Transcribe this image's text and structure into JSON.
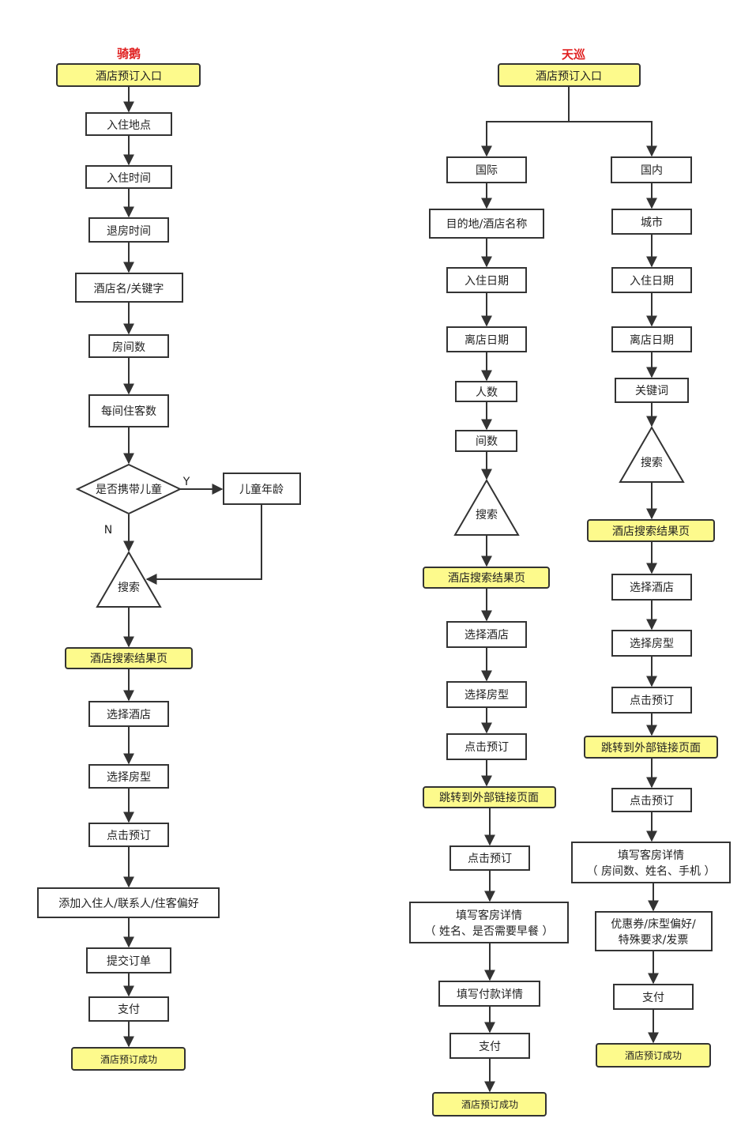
{
  "left": {
    "title": "骑鹅",
    "entry": "酒店预订入口",
    "location": "入住地点",
    "checkin_time": "入住时间",
    "checkout_time": "退房时间",
    "hotel_keyword": "酒店名/关键字",
    "room_count": "房间数",
    "guests_per_room": "每间住客数",
    "with_children": "是否携带儿童",
    "yes": "Y",
    "no": "N",
    "child_age": "儿童年龄",
    "search": "搜索",
    "results": "酒店搜索结果页",
    "select_hotel": "选择酒店",
    "select_room": "选择房型",
    "click_book": "点击预订",
    "add_people": "添加入住人/联系人/住客偏好",
    "submit_order": "提交订单",
    "pay": "支付",
    "success": "酒店预订成功"
  },
  "right": {
    "title": "天巡",
    "entry": "酒店预订入口",
    "intl": {
      "label": "国际",
      "destination": "目的地/酒店名称",
      "checkin_date": "入住日期",
      "checkout_date": "离店日期",
      "people": "人数",
      "rooms": "间数",
      "search": "搜索",
      "results": "酒店搜索结果页",
      "select_hotel": "选择酒店",
      "select_room": "选择房型",
      "click_book": "点击预订",
      "jump_external": "跳转到外部链接页面",
      "click_book_2": "点击预订",
      "fill_room_1": "填写客房详情",
      "fill_room_2": "（ 姓名、是否需要早餐 ）",
      "fill_payment": "填写付款详情",
      "pay": "支付",
      "success": "酒店预订成功"
    },
    "domestic": {
      "label": "国内",
      "city": "城市",
      "checkin_date": "入住日期",
      "checkout_date": "离店日期",
      "keyword": "关键词",
      "search": "搜索",
      "results": "酒店搜索结果页",
      "select_hotel": "选择酒店",
      "select_room": "选择房型",
      "click_book": "点击预订",
      "jump_external": "跳转到外部链接页面",
      "click_book_2": "点击预订",
      "fill_room_1": "填写客房详情",
      "fill_room_2": "（ 房间数、姓名、手机 ）",
      "extras_1": "优惠券/床型偏好/",
      "extras_2": "特殊要求/发票",
      "pay": "支付",
      "success": "酒店预订成功"
    }
  },
  "colors": {
    "highlight_fill": "#fdfa8c",
    "title_red": "#e02020",
    "stroke": "#333333"
  }
}
